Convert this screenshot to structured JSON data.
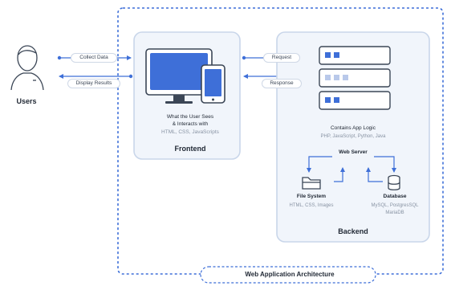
{
  "users": {
    "label": "Users"
  },
  "arrows": {
    "collect_data": "Collect Data",
    "display_results": "Display Results",
    "request": "Request",
    "response": "Response"
  },
  "frontend": {
    "line1": "What the User Sees",
    "line2": "& Interacts with",
    "tech": "HTML, CSS, JavaScripts",
    "title": "Frontend"
  },
  "backend": {
    "logic": "Contains App Logic",
    "languages": "PHP, JavaScript, Python, Java",
    "web_server": "Web Server",
    "file_system": {
      "title": "File System",
      "details": "HTML, CSS, Images"
    },
    "database": {
      "title": "Database",
      "details_line1": "MySQL, PostgresSQL",
      "details_line2": "MariaDB"
    },
    "title": "Backend"
  },
  "architecture": {
    "title": "Web Application Architecture"
  },
  "colors": {
    "accent": "#3e6fd8",
    "panel_fill": "#f1f5fb",
    "panel_border": "#c9d6ea",
    "dashed_border": "#3e6fd8"
  },
  "icons": [
    "user-avatar-icon",
    "monitor-icon",
    "tablet-icon",
    "server-icon",
    "folder-icon",
    "database-icon"
  ]
}
